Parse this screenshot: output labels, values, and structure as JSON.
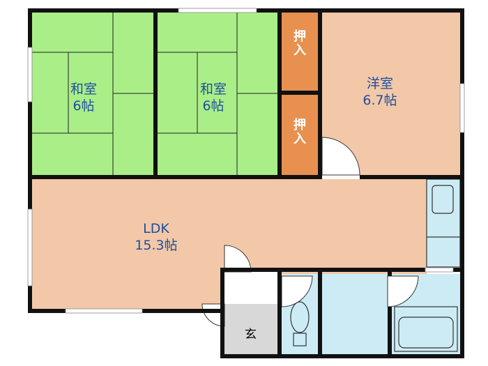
{
  "floor_plan": {
    "rooms": [
      {
        "id": "washitsu_left",
        "name": "和室",
        "size": "6帖"
      },
      {
        "id": "washitsu_right",
        "name": "和室",
        "size": "6帖"
      },
      {
        "id": "youshitsu",
        "name": "洋室",
        "size": "6.7帖"
      },
      {
        "id": "ldk",
        "name": "LDK",
        "size": "15.3帖"
      }
    ],
    "closets": [
      {
        "id": "oshiire_top",
        "chars": [
          "押",
          "入"
        ]
      },
      {
        "id": "oshiire_bottom",
        "chars": [
          "押",
          "入"
        ]
      }
    ],
    "entrance": {
      "label": "玄"
    }
  },
  "colors": {
    "tatami": "#aaee88",
    "wood_floor": "#f2c8a8",
    "closet": "#e8904f",
    "water": "#ccebf5",
    "entrance": "#d8d8d8",
    "wall": "#111111",
    "label": "#1f4fa0"
  }
}
